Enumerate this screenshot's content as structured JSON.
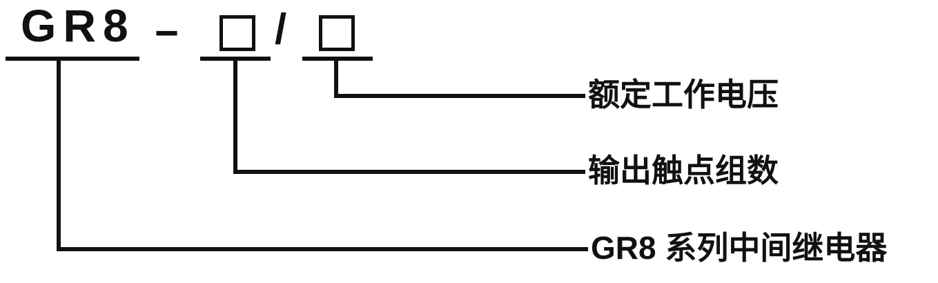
{
  "diagram": {
    "title": "GR8 relay model designation diagram",
    "model_code": {
      "series": "GR8",
      "dash": "−",
      "slash": "/",
      "placeholder_boxes": [
        {
          "name": "output-contact-groups",
          "value": ""
        },
        {
          "name": "rated-working-voltage",
          "value": ""
        }
      ]
    },
    "labels": {
      "rated_voltage": "额定工作电压",
      "output_contacts": "输出触点组数",
      "series_name": "GR8 系列中间继电器"
    },
    "colors": {
      "line": "#111111",
      "text": "#111111",
      "background": "#ffffff"
    }
  }
}
